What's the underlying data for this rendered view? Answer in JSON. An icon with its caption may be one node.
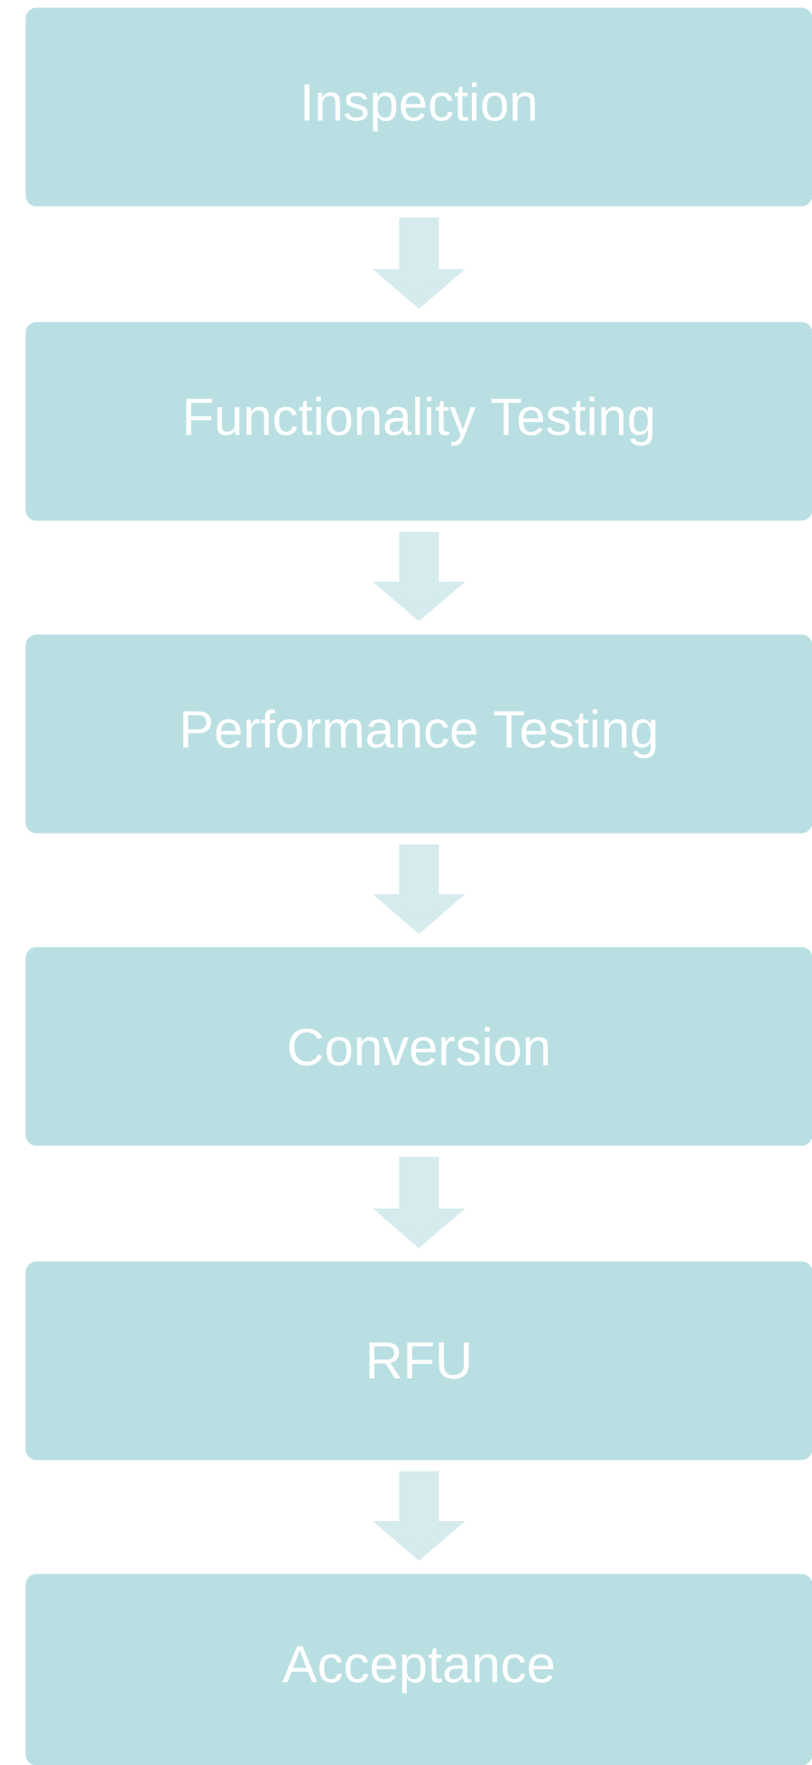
{
  "diagram": {
    "nodes": [
      {
        "text": [
          "Inspection"
        ]
      },
      {
        "text": [
          "Functionality Testing"
        ]
      },
      {
        "text": [
          "Performance Testing"
        ]
      },
      {
        "text": [
          "Conversion"
        ]
      },
      {
        "text": [
          "RFU"
        ]
      },
      {
        "text": [
          "Acceptance"
        ]
      }
    ],
    "edges": [
      {
        "from": 0,
        "to": 1,
        "arrow": "to"
      },
      {
        "from": 1,
        "to": 2,
        "arrow": "to"
      },
      {
        "from": 2,
        "to": 3,
        "arrow": "to"
      },
      {
        "from": 3,
        "to": 4,
        "arrow": "to"
      },
      {
        "from": 4,
        "to": 5,
        "arrow": "to"
      }
    ]
  }
}
